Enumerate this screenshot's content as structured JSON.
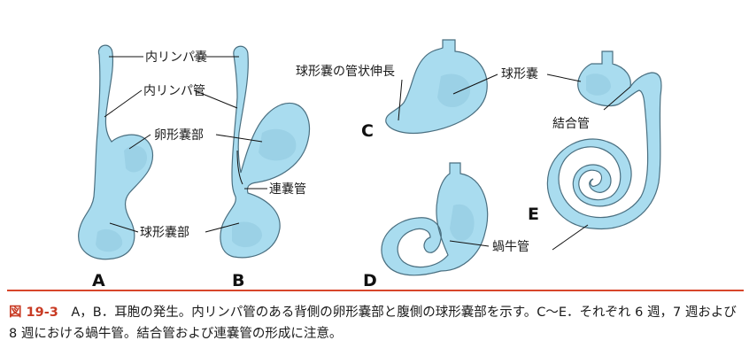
{
  "labels": {
    "endolymphatic_sac": "内リンパ嚢",
    "endolymphatic_duct": "内リンパ管",
    "utricular_part": "卵形嚢部",
    "saccular_part": "球形嚢部",
    "ductus_reuniens": "連嚢管",
    "saccule_extension": "球形嚢の管状伸長",
    "saccule": "球形嚢",
    "connecting_duct": "結合管",
    "cochlear_duct": "蝸牛管"
  },
  "panels": {
    "a": "A",
    "b": "B",
    "c": "C",
    "d": "D",
    "e": "E"
  },
  "caption": {
    "number": "図 19-3",
    "text": "　A，B．耳胞の発生。内リンパ管のある背側の卵形嚢部と腹側の球形嚢部を示す。C～E．それぞれ 6 週，7 週および 8 週における蝸牛管。結合管および連嚢管の形成に注意。"
  },
  "colors": {
    "organ_fill": "#a9dcef",
    "organ_outline": "#4a6f80",
    "rule": "#d7462b",
    "figure_number": "#c83a23"
  }
}
